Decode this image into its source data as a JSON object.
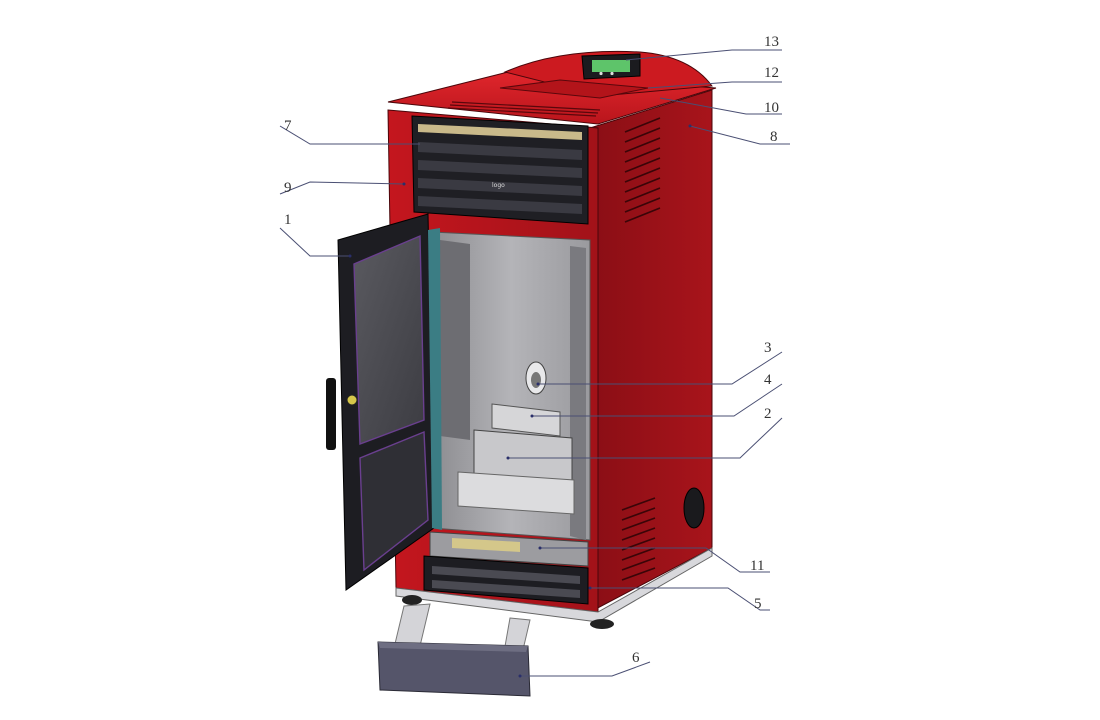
{
  "diagram": {
    "callouts": [
      {
        "id": "1",
        "text": "1"
      },
      {
        "id": "2",
        "text": "2"
      },
      {
        "id": "3",
        "text": "3"
      },
      {
        "id": "4",
        "text": "4"
      },
      {
        "id": "5",
        "text": "5"
      },
      {
        "id": "6",
        "text": "6"
      },
      {
        "id": "7",
        "text": "7"
      },
      {
        "id": "8",
        "text": "8"
      },
      {
        "id": "9",
        "text": "9"
      },
      {
        "id": "10",
        "text": "10"
      },
      {
        "id": "11",
        "text": "11"
      },
      {
        "id": "12",
        "text": "12"
      },
      {
        "id": "13",
        "text": "13"
      }
    ],
    "colors": {
      "body_red": "#b0141c",
      "body_dark_red": "#7e0c12",
      "top_red": "#d01c22",
      "panel_black": "#1e1e22",
      "interior_gray": "#a9a9ad",
      "ash_drawer": "#56566a"
    }
  }
}
